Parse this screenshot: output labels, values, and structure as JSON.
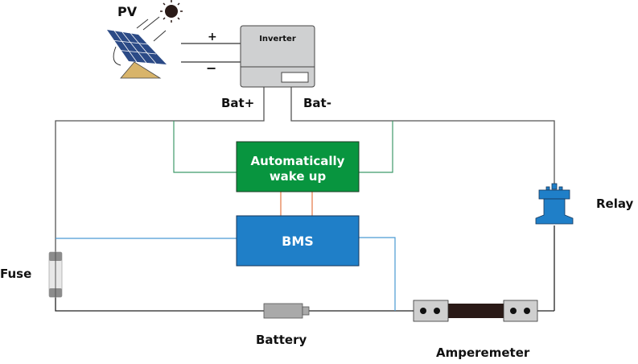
{
  "diagram": {
    "labels": {
      "pv": "PV",
      "inverter": "Inverter",
      "plus": "+",
      "minus": "−",
      "bat_plus": "Bat+",
      "bat_minus": "Bat-",
      "wake_line1": "Automatically",
      "wake_line2": "wake up",
      "bms": "BMS",
      "relay": "Relay",
      "fuse": "Fuse",
      "battery": "Battery",
      "amperemeter": "Amperemeter"
    },
    "colors": {
      "wire": "#222222",
      "wire_gray": "#777777",
      "green_box": "#08953f",
      "green_wire": "#3f9a6a",
      "blue_box": "#1f7fc8",
      "blue_wire": "#4a9ad3",
      "orange_wire": "#e88a5e",
      "inverter_fill": "#cfd0d1",
      "solar_panel": "#2b4a86",
      "stand": "#d8b46a",
      "relay": "#1f7fc8",
      "battery": "#a9a9a9",
      "shunt_dark": "#2a1a17",
      "shunt_block": "#cfcfcf"
    }
  }
}
